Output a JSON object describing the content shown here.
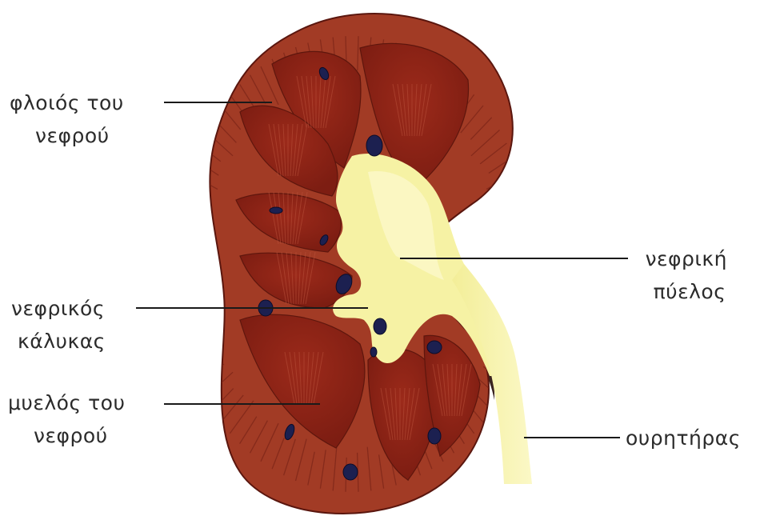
{
  "labels": {
    "cortex": [
      "φλοιός του",
      "νεφρού"
    ],
    "pelvis": [
      "νεφρική",
      "πύελος"
    ],
    "calyx": [
      "νεφρικός",
      "κάλυκας"
    ],
    "medulla": [
      "μυελός του",
      "νεφρού"
    ],
    "ureter": [
      "ουρητήρας"
    ]
  },
  "colors": {
    "cortex": "#a23b25",
    "cortex_dark": "#6e1d12",
    "pyramid": "#8a2316",
    "pyramid_light": "#b34a35",
    "pelvis": "#f6f2a4",
    "pelvis_light": "#fbf8c8",
    "vessel": "#1c2050",
    "leader": "#1a1a1a"
  }
}
